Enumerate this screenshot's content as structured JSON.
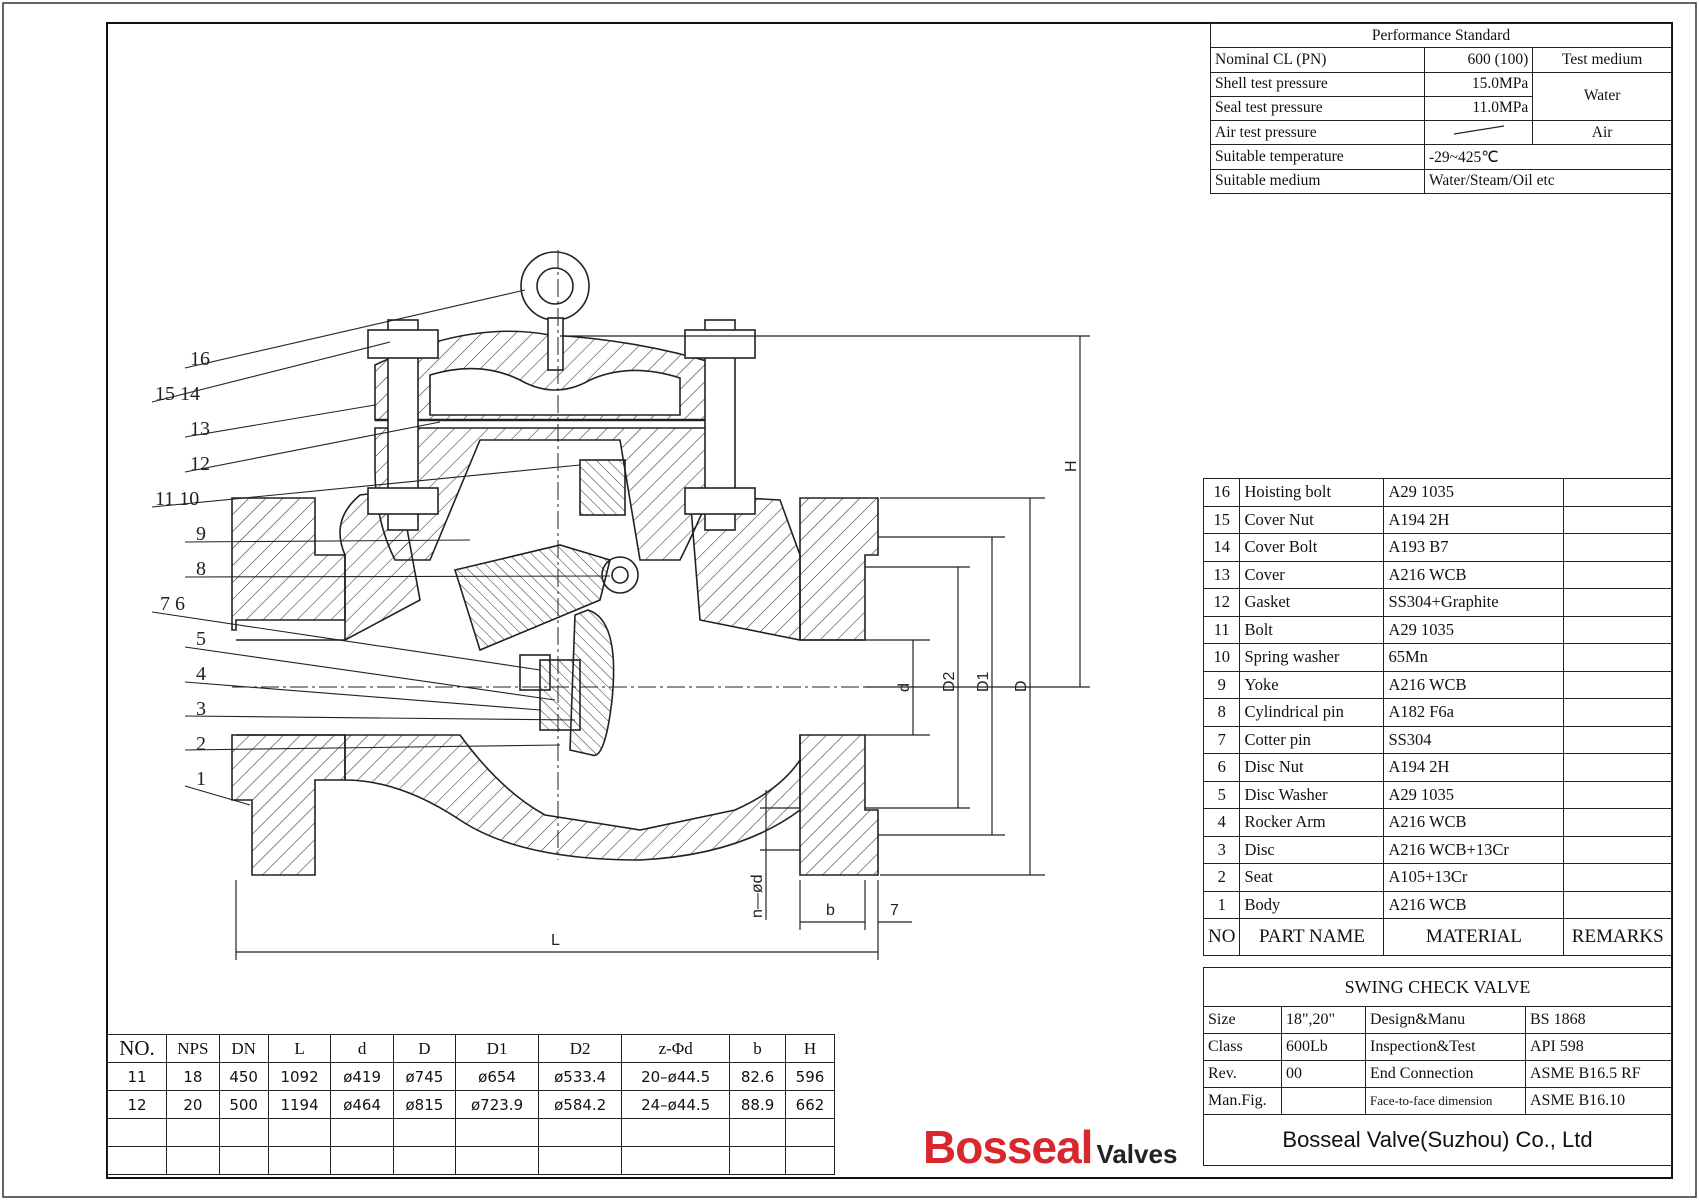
{
  "performance": {
    "title": "Performance Standard",
    "rows": [
      {
        "label": "Nominal CL (PN)",
        "value": "600 (100)",
        "medium": "Test medium"
      },
      {
        "label": "Shell test pressure",
        "value": "15.0MPa",
        "medium": "Water"
      },
      {
        "label": "Seal test pressure",
        "value": "11.0MPa"
      },
      {
        "label": "Air test pressure",
        "value": "",
        "medium": "Air"
      },
      {
        "label": "Suitable temperature",
        "value": "-29~425℃"
      },
      {
        "label": "Suitable medium",
        "value": "Water/Steam/Oil etc"
      }
    ]
  },
  "parts": [
    {
      "no": "16",
      "name": "Hoisting bolt",
      "material": "A29 1035"
    },
    {
      "no": "15",
      "name": "Cover Nut",
      "material": "A194 2H"
    },
    {
      "no": "14",
      "name": "Cover Bolt",
      "material": "A193 B7"
    },
    {
      "no": "13",
      "name": "Cover",
      "material": "A216 WCB"
    },
    {
      "no": "12",
      "name": "Gasket",
      "material": "SS304+Graphite"
    },
    {
      "no": "11",
      "name": "Bolt",
      "material": "A29 1035"
    },
    {
      "no": "10",
      "name": "Spring washer",
      "material": "65Mn"
    },
    {
      "no": "9",
      "name": "Yoke",
      "material": "A216 WCB"
    },
    {
      "no": "8",
      "name": "Cylindrical pin",
      "material": "A182 F6a"
    },
    {
      "no": "7",
      "name": "Cotter pin",
      "material": "SS304"
    },
    {
      "no": "6",
      "name": "Disc Nut",
      "material": "A194 2H"
    },
    {
      "no": "5",
      "name": "Disc Washer",
      "material": "A29 1035"
    },
    {
      "no": "4",
      "name": "Rocker Arm",
      "material": "A216 WCB"
    },
    {
      "no": "3",
      "name": "Disc",
      "material": "A216 WCB+13Cr"
    },
    {
      "no": "2",
      "name": "Seat",
      "material": "A105+13Cr"
    },
    {
      "no": "1",
      "name": "Body",
      "material": "A216 WCB"
    }
  ],
  "parts_header": {
    "no": "NO",
    "name": "PART NAME",
    "material": "MATERIAL",
    "remarks": "REMARKS"
  },
  "title_block": {
    "title": "SWING CHECK VALVE",
    "size_label": "Size",
    "size": "18\",20\"",
    "design_label": "Design&Manu",
    "design": "BS 1868",
    "class_label": "Class",
    "class": "600Lb",
    "insp_label": "Inspection&Test",
    "insp": "API 598",
    "rev_label": "Rev.",
    "rev": "00",
    "end_label": "End Connection",
    "end": "ASME B16.5 RF",
    "fig_label": "Man.Fig.",
    "ftf_label": "Face-to-face dimension",
    "ftf": "ASME B16.10",
    "company": "Bosseal Valve(Suzhou) Co., Ltd"
  },
  "dims_table": {
    "headers": [
      "NO.",
      "NPS",
      "DN",
      "L",
      "d",
      "D",
      "D1",
      "D2",
      "z-Φd",
      "b",
      "H"
    ],
    "rows": [
      [
        "11",
        "18",
        "450",
        "1092",
        "ø419",
        "ø745",
        "ø654",
        "ø533.4",
        "20–ø44.5",
        "82.6",
        "596"
      ],
      [
        "12",
        "20",
        "500",
        "1194",
        "ø464",
        "ø815",
        "ø723.9",
        "ø584.2",
        "24–ø44.5",
        "88.9",
        "662"
      ]
    ]
  },
  "logo": {
    "brand": "Bosseal",
    "suffix": "Valves"
  },
  "balloons": [
    "16",
    "15",
    "14",
    "13",
    "12",
    "11",
    "10",
    "9",
    "8",
    "7",
    "6",
    "5",
    "4",
    "3",
    "2",
    "1"
  ],
  "dimension_labels": {
    "H": "H",
    "D": "D",
    "D1": "D1",
    "D2": "D2",
    "d": "d",
    "L": "L",
    "b": "b",
    "seven": "7",
    "nd": "n—ød"
  },
  "colors": {
    "line": "#222222",
    "brand_red": "#d8282e"
  }
}
